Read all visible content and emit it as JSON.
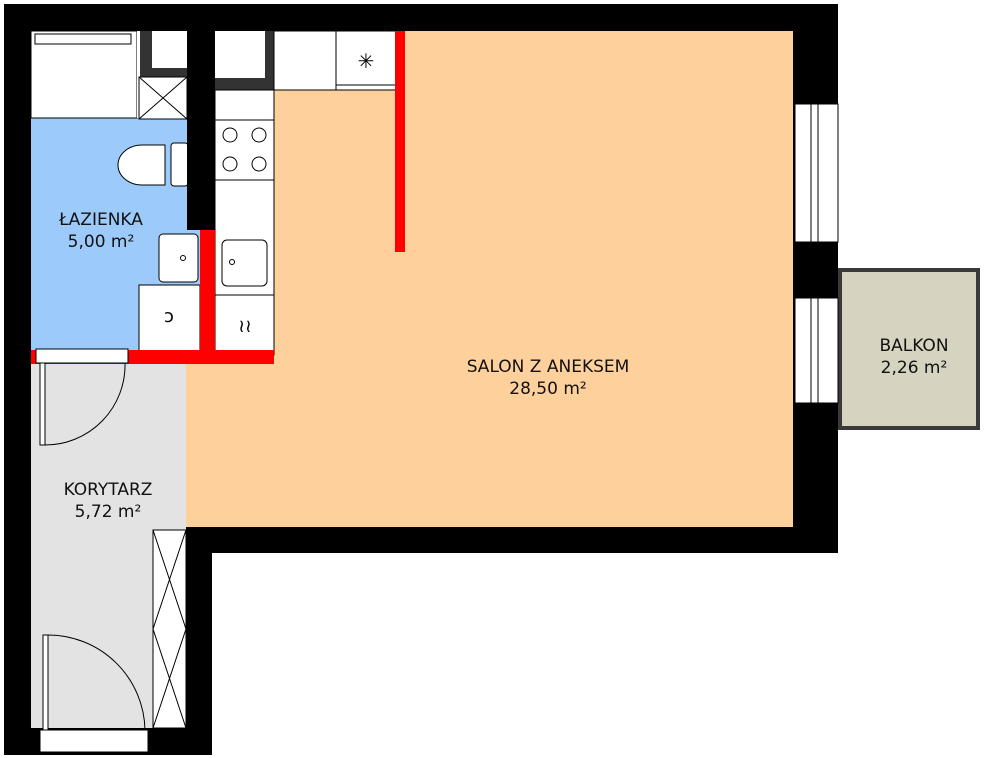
{
  "rooms": [
    {
      "name": "ŁAZIENKA",
      "area": "5,00 m²"
    },
    {
      "name": "SALON Z ANEKSEM",
      "area": "28,50 m²"
    },
    {
      "name": "KORYTARZ",
      "area": "5,72 m²"
    },
    {
      "name": "BALKON",
      "area": "2,26 m²"
    }
  ],
  "colors": {
    "wall": "#000000",
    "new_wall": "#ff0000",
    "bathroom": "#9ccbfb",
    "salon": "#fed09b",
    "corridor": "#e3e3e3",
    "balcony": "#d6d3c0"
  }
}
